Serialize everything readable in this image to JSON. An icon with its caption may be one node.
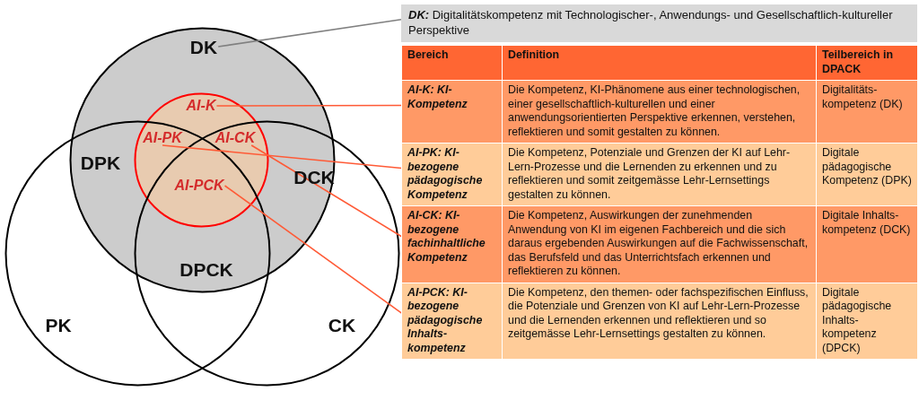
{
  "diagram": {
    "nodes": [
      {
        "text": [
          "DK"
        ]
      },
      {
        "text": [
          "PK"
        ]
      },
      {
        "text": [
          "CK"
        ]
      },
      {
        "text": [
          "AI-K"
        ],
        "in": 0
      },
      {
        "text": [
          "AI-PK"
        ]
      },
      {
        "text": [
          "AI-CK"
        ]
      },
      {
        "text": [
          "AI-PCK"
        ]
      },
      {
        "text": [
          "DK:",
          "Digitalitätskompetenz mit Technologischer-, Anwendungs- und Gesellschaftlich-kultureller Perspektive"
        ]
      },
      {
        "text": [
          "AI-K: KI-Kompetenz"
        ]
      },
      {
        "text": [
          "AI-PK: KI-bezogene pädagogische Kompetenz"
        ]
      },
      {
        "text": [
          "AI-CK: KI-bezogene fachinhaltliche Kompetenz"
        ]
      },
      {
        "text": [
          "AI-PCK: KI-bezogene pädagogische Inhalts-kompetenz"
        ]
      }
    ],
    "edges": [
      {
        "from": 0,
        "to": 7,
        "arrow": "none",
        "color": "#808080"
      },
      {
        "from": 3,
        "to": 8,
        "arrow": "none"
      },
      {
        "from": 4,
        "to": 9,
        "arrow": "none"
      },
      {
        "from": 5,
        "to": 10,
        "arrow": "none"
      },
      {
        "from": 6,
        "to": 11,
        "arrow": "none"
      }
    ],
    "labels": [
      "DPK",
      "DCK",
      "DPCK",
      "Bereich",
      "Definition",
      "Teilbereich in DPACK",
      "Die Kompetenz, KI-Phänomene aus einer technologischen, einer gesellschaftlich-kulturellen und einer anwendungsorientierten Perspektive erkennen, verstehen, reflektieren und somit gestalten zu können.",
      "Digitalitäts-kompetenz (DK)",
      "Die Kompetenz, Potenziale und Grenzen der KI auf Lehr-Lern-Prozesse und die Lernenden zu erkennen und zu reflektieren und somit zeitgemässe Lehr-Lernsettings gestalten zu können.",
      "Digitale pädagogische Kompetenz (DPK)",
      "Die Kompetenz, Auswirkungen der zunehmenden Anwendung von KI im eigenen Fachbereich und die sich daraus ergebenden Auswirkungen auf die Fachwissenschaft, das Berufsfeld und das Unterrichtsfach erkennen und reflektieren zu können.",
      "Digitale Inhalts-kompetenz (DCK)",
      "Die Kompetenz, den themen- oder fachspezifischen Einfluss, die Potenziale und Grenzen von KI auf Lehr-Lern-Prozesse und die Lernenden erkennen und reflektieren und so zeitgemässe Lehr-Lernsettings gestalten zu können.",
      "Digitale pädagogische Inhalts-kompetenz (DPCK)"
    ]
  }
}
